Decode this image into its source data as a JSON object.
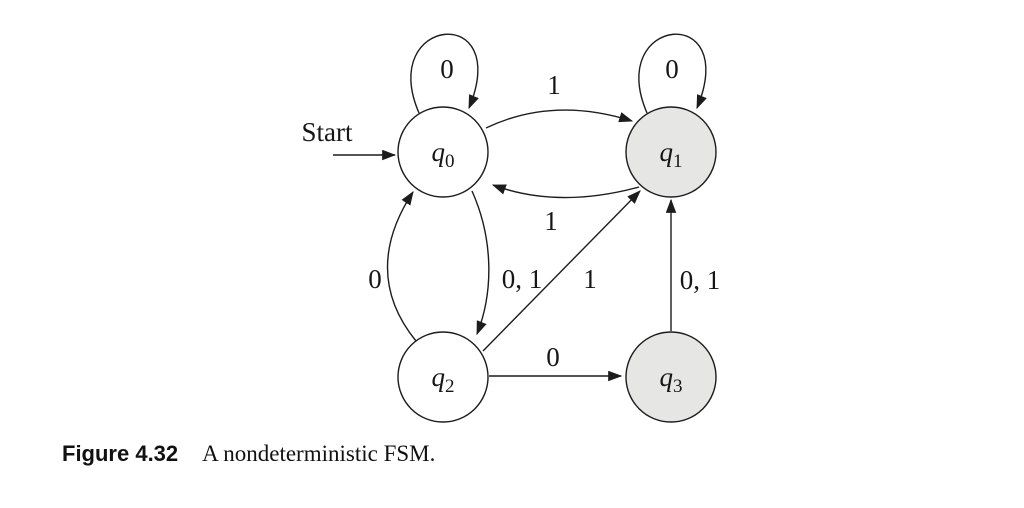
{
  "figure": {
    "label": "Figure 4.32",
    "caption": "A nondeterministic FSM."
  },
  "diagram": {
    "type": "state-machine",
    "start_label": "Start",
    "states": [
      {
        "id": "q0",
        "base": "q",
        "sub": "0",
        "shaded": false
      },
      {
        "id": "q1",
        "base": "q",
        "sub": "1",
        "shaded": true
      },
      {
        "id": "q2",
        "base": "q",
        "sub": "2",
        "shaded": false
      },
      {
        "id": "q3",
        "base": "q",
        "sub": "3",
        "shaded": true
      }
    ],
    "transitions": [
      {
        "from": "q0",
        "to": "q0",
        "label": "0"
      },
      {
        "from": "q1",
        "to": "q1",
        "label": "0"
      },
      {
        "from": "q0",
        "to": "q1",
        "label": "1"
      },
      {
        "from": "q1",
        "to": "q0",
        "label": "1"
      },
      {
        "from": "q2",
        "to": "q0",
        "label": "0"
      },
      {
        "from": "q0",
        "to": "q2",
        "label": "0, 1"
      },
      {
        "from": "q2",
        "to": "q1",
        "label": "1"
      },
      {
        "from": "q2",
        "to": "q3",
        "label": "0"
      },
      {
        "from": "q3",
        "to": "q1",
        "label": "0, 1"
      }
    ],
    "colors": {
      "shaded_state_fill": "#e6e6e5",
      "stroke": "#1c1c1c",
      "background": "#ffffff"
    }
  }
}
